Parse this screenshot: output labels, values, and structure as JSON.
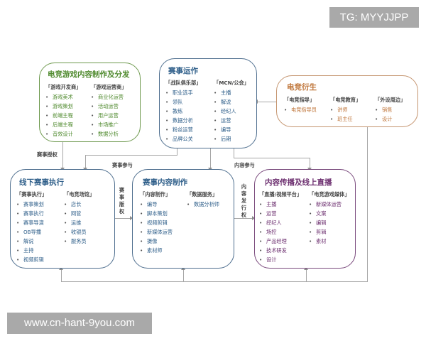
{
  "watermarks": {
    "top_right": "TG: MYYJJPP",
    "bottom_left": "www.cn-hant-9you.com"
  },
  "colors": {
    "green": "#5f8f3a",
    "navy": "#2f5f8a",
    "orange": "#c0773c",
    "purple": "#6b2d6e",
    "connector": "#a6a6a6"
  },
  "boxes": {
    "game_content": {
      "title": "电竞游戏内容制作及分发",
      "columns": [
        {
          "header": "「游戏开发商」",
          "items": [
            "游戏美术",
            "游戏策划",
            "前端主程",
            "后端主程",
            "音效设计"
          ]
        },
        {
          "header": "「游戏运营商」",
          "items": [
            "商业化运营",
            "活动运营",
            "用户运营",
            "市场推广",
            "数据分析"
          ]
        }
      ]
    },
    "event_ops": {
      "title": "赛事运作",
      "columns": [
        {
          "header": "「战队俱乐部」",
          "items": [
            "职业选手",
            "领队",
            "教练",
            "数据分析",
            "粉丝运营",
            "品牌公关"
          ]
        },
        {
          "header": "「MCN/公会」",
          "items": [
            "主播",
            "解说",
            "经纪人",
            "运营",
            "编导",
            "后期"
          ]
        }
      ]
    },
    "derivatives": {
      "title": "电竞衍生",
      "columns": [
        {
          "header": "「电竞指导」",
          "items": [
            "电竞指导员"
          ]
        },
        {
          "header": "「电竞教育」",
          "items": [
            "讲师",
            "班主任"
          ]
        },
        {
          "header": "「外设周边」",
          "items": [
            "销售",
            "设计"
          ]
        }
      ]
    },
    "offline_events": {
      "title": "线下赛事执行",
      "columns": [
        {
          "header": "「赛事执行」",
          "items": [
            "赛事策划",
            "赛事执行",
            "赛事导演",
            "OB导播",
            "解说",
            "主持",
            "视频剪辑"
          ]
        },
        {
          "header": "「电竞场馆」",
          "items": [
            "店长",
            "网管",
            "运维",
            "收银员",
            "服务员"
          ]
        }
      ]
    },
    "event_content": {
      "title": "赛事内容制作",
      "columns": [
        {
          "header": "「内容制作」",
          "items": [
            "编导",
            "脚本策划",
            "视频剪辑",
            "新媒体运营",
            "摄像",
            "素材师"
          ]
        },
        {
          "header": "「数据服务」",
          "items": [
            "数据分析师"
          ]
        }
      ]
    },
    "distribution": {
      "title": "内容传播及线上直播",
      "columns": [
        {
          "header": "「直播/视频平台」",
          "items": [
            "主播",
            "运营",
            "经纪人",
            "场控",
            "产品经理",
            "技术研发",
            "设计"
          ]
        },
        {
          "header": "「电竞游戏媒体」",
          "items": [
            "新媒体运营",
            "文案",
            "编辑",
            "剪辑",
            "素材"
          ]
        }
      ]
    }
  },
  "connector_labels": {
    "event_license": "赛事授权",
    "event_participation": "赛事参与",
    "content_participation": "内容参与",
    "event_rights": "赛事版权",
    "content_distribution_rights": "内容发行权"
  }
}
